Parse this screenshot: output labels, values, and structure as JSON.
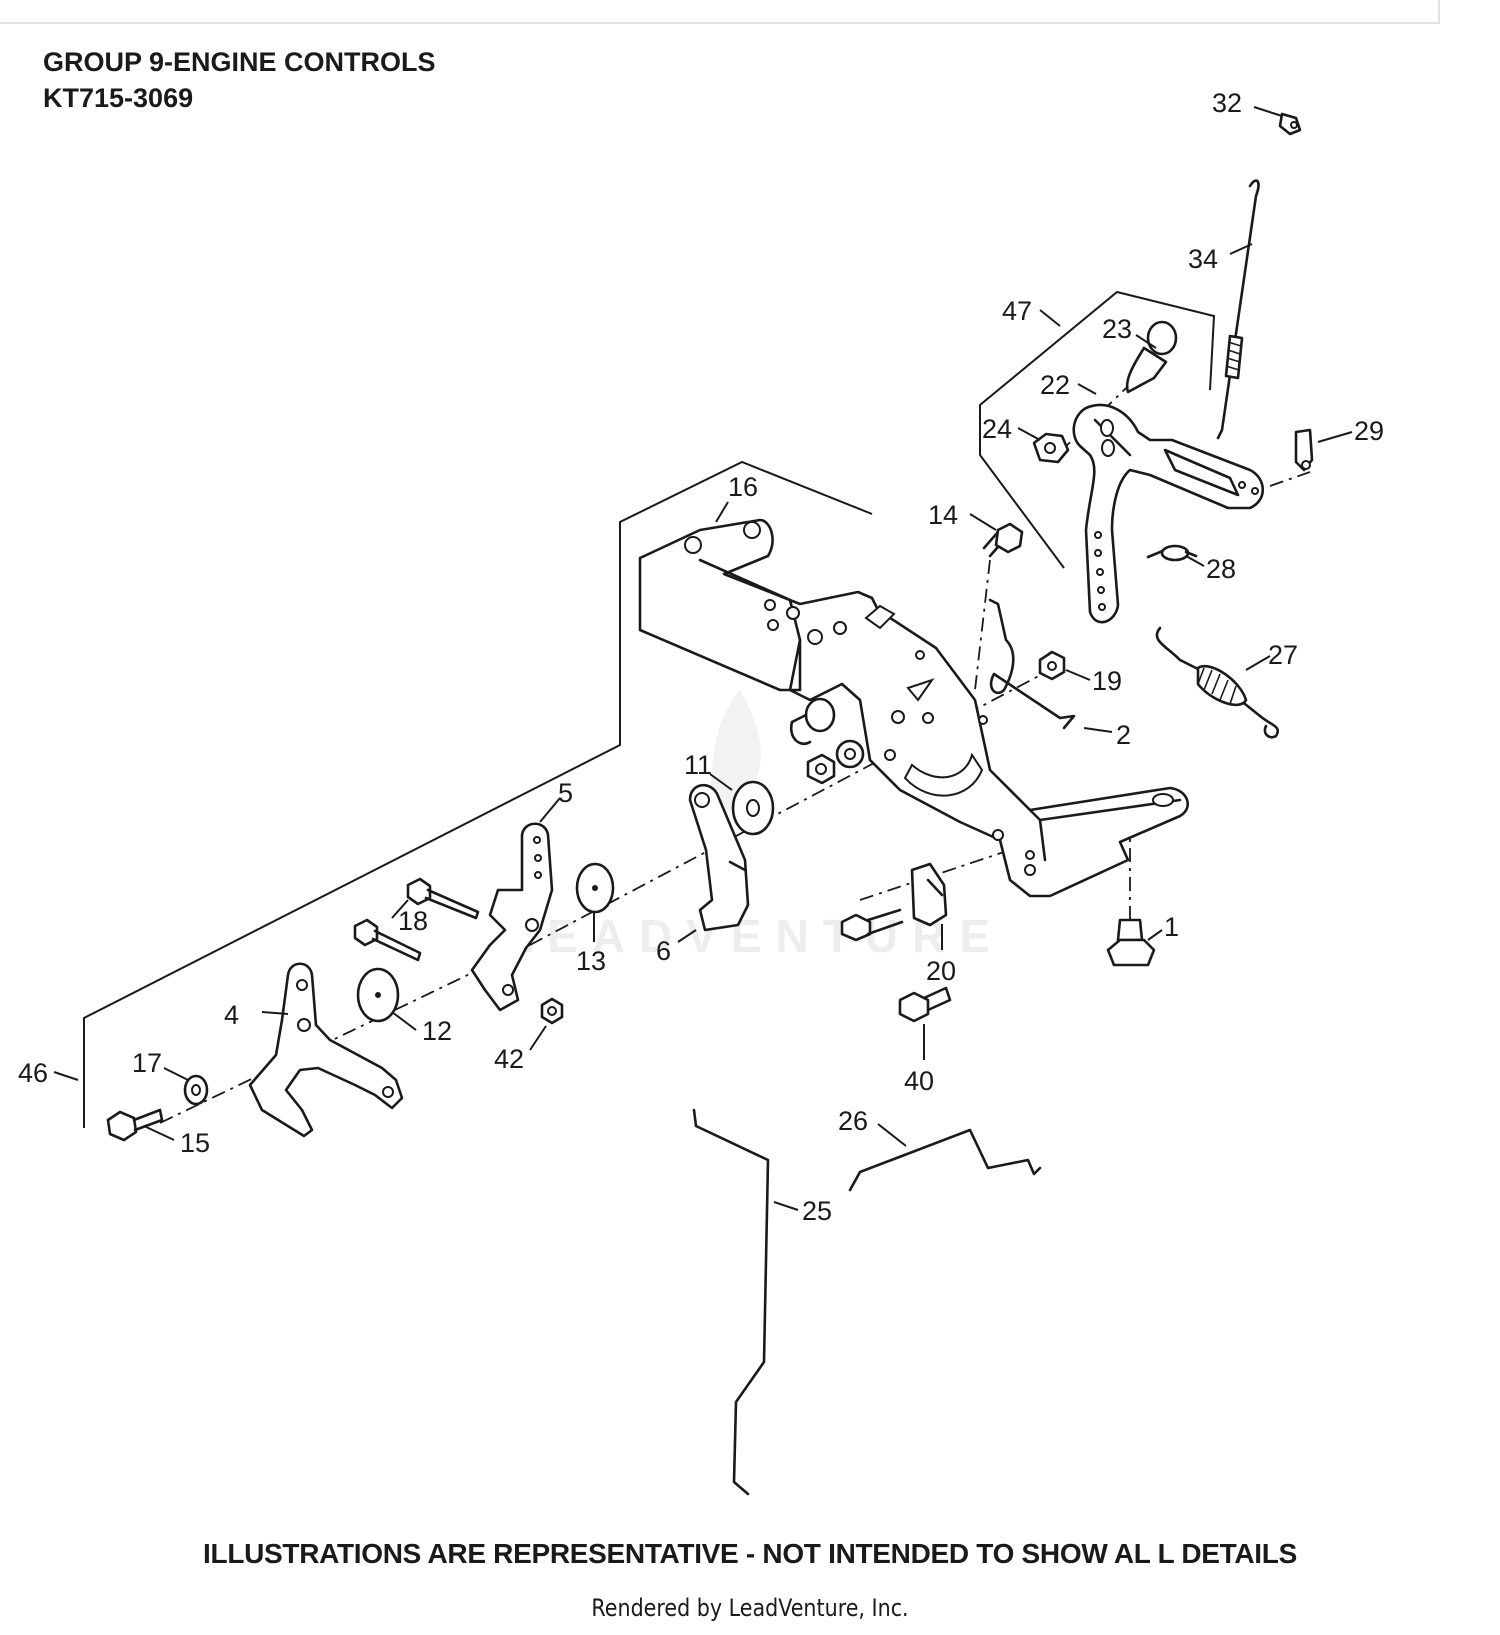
{
  "header": {
    "group_title": "GROUP 9-ENGINE CONTROLS",
    "model_number": "KT715-3069"
  },
  "callouts": [
    {
      "id": "c1",
      "label": "1"
    },
    {
      "id": "c2",
      "label": "2"
    },
    {
      "id": "c4",
      "label": "4"
    },
    {
      "id": "c5",
      "label": "5"
    },
    {
      "id": "c6",
      "label": "6"
    },
    {
      "id": "c11",
      "label": "11"
    },
    {
      "id": "c12",
      "label": "12"
    },
    {
      "id": "c13",
      "label": "13"
    },
    {
      "id": "c14",
      "label": "14"
    },
    {
      "id": "c15",
      "label": "15"
    },
    {
      "id": "c16",
      "label": "16"
    },
    {
      "id": "c17",
      "label": "17"
    },
    {
      "id": "c18",
      "label": "18"
    },
    {
      "id": "c19",
      "label": "19"
    },
    {
      "id": "c20",
      "label": "20"
    },
    {
      "id": "c22",
      "label": "22"
    },
    {
      "id": "c23",
      "label": "23"
    },
    {
      "id": "c24",
      "label": "24"
    },
    {
      "id": "c25",
      "label": "25"
    },
    {
      "id": "c26",
      "label": "26"
    },
    {
      "id": "c27",
      "label": "27"
    },
    {
      "id": "c28",
      "label": "28"
    },
    {
      "id": "c29",
      "label": "29"
    },
    {
      "id": "c32",
      "label": "32"
    },
    {
      "id": "c34",
      "label": "34"
    },
    {
      "id": "c40",
      "label": "40"
    },
    {
      "id": "c42",
      "label": "42"
    },
    {
      "id": "c46",
      "label": "46"
    },
    {
      "id": "c47",
      "label": "47"
    }
  ],
  "watermark": "LEADVENTURE",
  "footer": {
    "disclaimer": "ILLUSTRATIONS ARE REPRESENTATIVE - NOT INTENDED TO SHOW AL L DETAILS",
    "credit": "Rendered by LeadVenture, Inc."
  }
}
